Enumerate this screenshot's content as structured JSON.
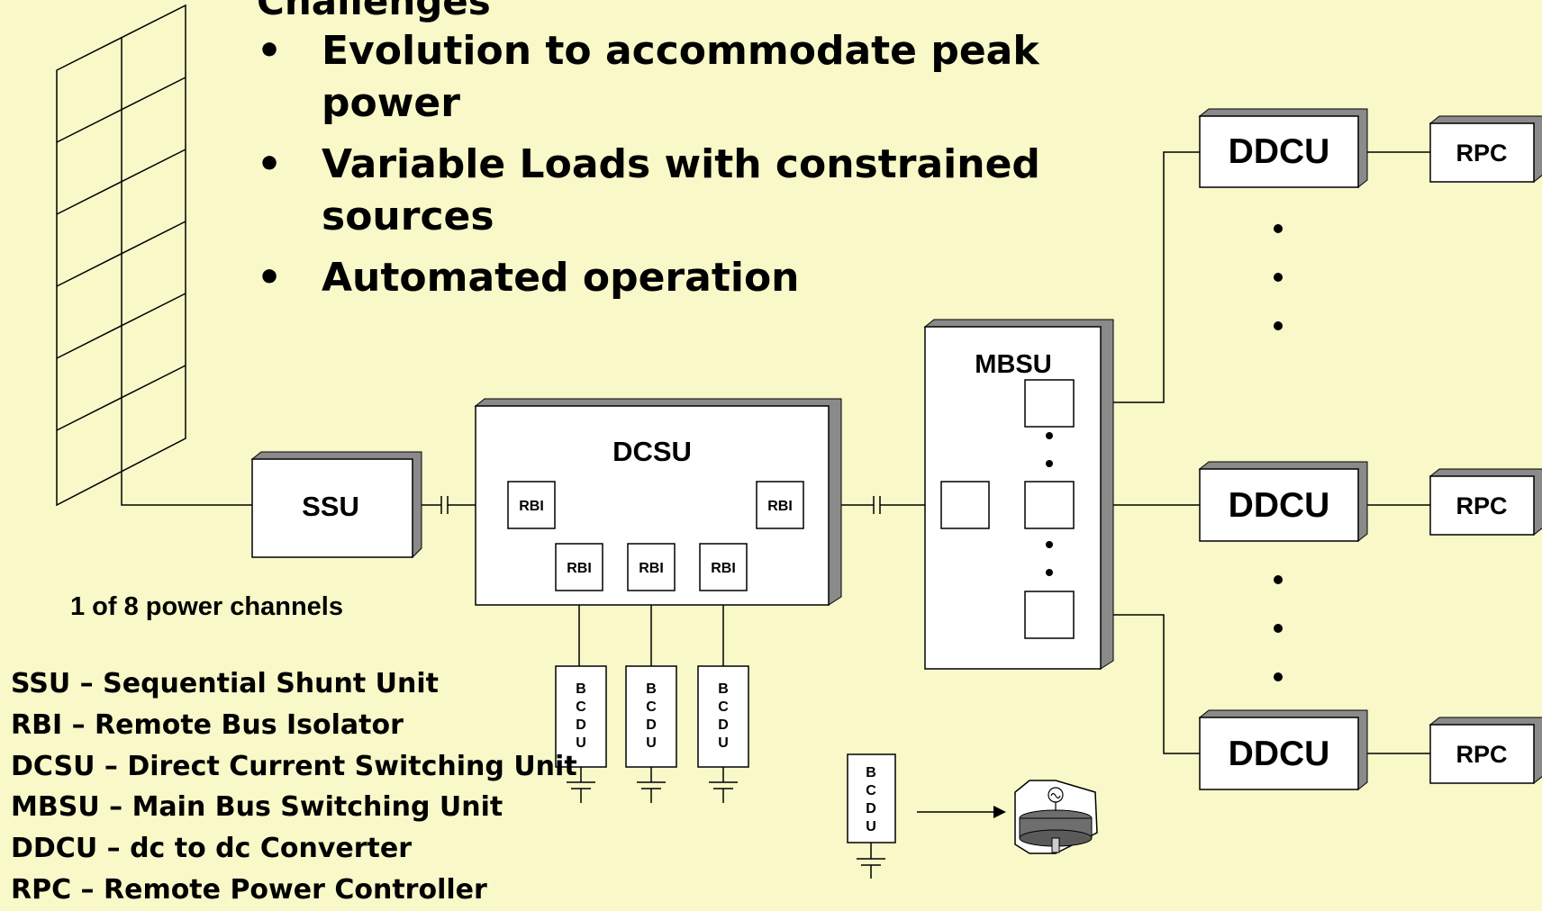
{
  "slide": {
    "heading": "Challenges",
    "bullet_symbol": "•",
    "bullets": [
      "Evolution to accommodate peak power",
      "Variable Loads with constrained sources",
      "Automated operation"
    ]
  },
  "diagram": {
    "ssu": "SSU",
    "dcsu": "DCSU",
    "mbsu": "MBSU",
    "rbi": "RBI",
    "ddcu": "DDCU",
    "rpc": "RPC",
    "bcdu_letters": [
      "B",
      "C",
      "D",
      "U"
    ],
    "channel_note": "1 of 8 power channels"
  },
  "legend": [
    "SSU – Sequential Shunt Unit",
    "RBI – Remote Bus Isolator",
    "DCSU – Direct Current Switching Unit",
    "MBSU – Main Bus Switching Unit",
    "DDCU – dc to dc Converter",
    "RPC – Remote Power Controller"
  ],
  "colors": {
    "background": "#f8f8c8",
    "box_fill": "#ffffff",
    "box_shadow": "#8a8a8a",
    "line": "#000000"
  }
}
